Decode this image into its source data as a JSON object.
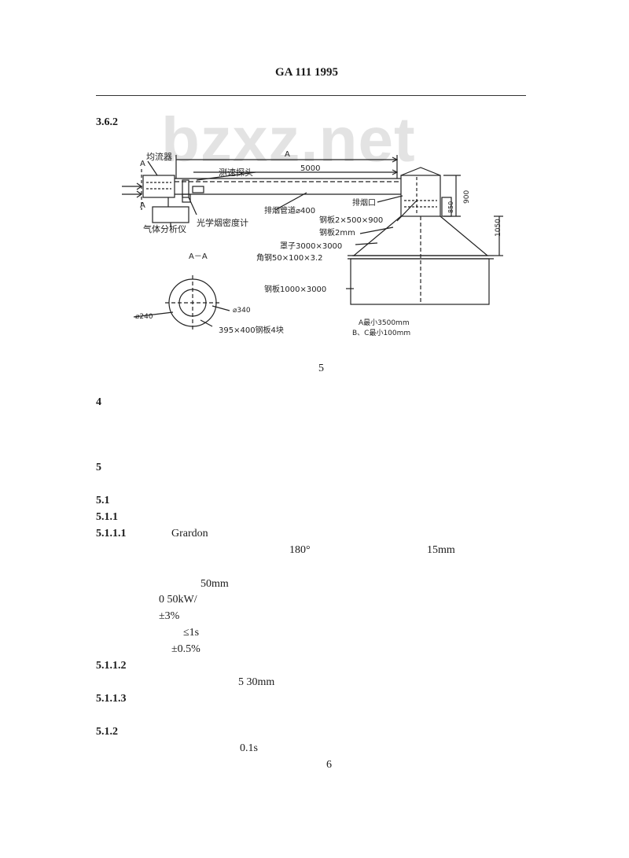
{
  "header": {
    "title": "GA 111    1995"
  },
  "watermark": "bzxz.net",
  "sections": {
    "s362": "3.6.2",
    "figure_caption_num": "5",
    "s4": "4",
    "s5": "5",
    "s51": "5.1",
    "s511": "5.1.1",
    "s5111": "5.1.1.1",
    "s5111_text": "Grardon",
    "s5111_l2a": "180°",
    "s5111_l2b": "15mm",
    "s5111_l3": "50mm",
    "s5111_l4": "0    50kW/",
    "s5111_l5": "±3%",
    "s5111_l6": "≤1s",
    "s5111_l7": "±0.5%",
    "s5112": "5.1.1.2",
    "s5112_l1": "5    30mm",
    "s5113": "5.1.1.3",
    "s512": "5.1.2",
    "s512_l1": "0.1s",
    "page_number": "6"
  },
  "figure": {
    "labels": {
      "a_left_top": "A",
      "a_left_bottom": "A",
      "a_center": "A",
      "homogenizer": "均流器",
      "probe": "测速探头",
      "length": "5000",
      "duct": "排烟管道⌀400",
      "outlet": "排烟口",
      "plate1": "钢板2×500×900",
      "plate2": "钢板2mm",
      "hood": "罩子3000×3000",
      "angle": "角钢50×100×3.2",
      "plate3": "钢板1000×3000",
      "dim900": "900",
      "dim850": "850",
      "dim1050": "1050",
      "densitometer": "光学烟密度计",
      "gas_analyzer": "气体分析仪",
      "section": "A－A",
      "d240": "⌀240",
      "d340": "⌀340",
      "plate4": "395×400钢板4块",
      "note1": "A最小3500mm",
      "note2": "B、C最小100mm"
    }
  }
}
